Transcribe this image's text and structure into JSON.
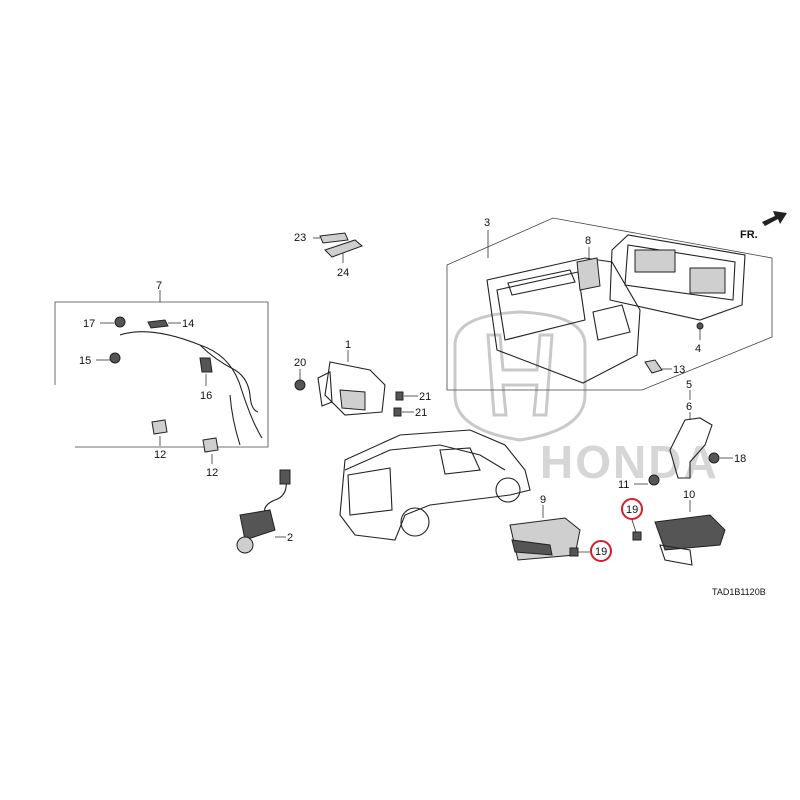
{
  "diagram": {
    "direction_label": "FR.",
    "drawing_code": "TAD1B1120B",
    "watermark_text": "HONDA",
    "highlight_color": "#d81e2a",
    "callouts": {
      "c1": "1",
      "c2": "2",
      "c3": "3",
      "c4": "4",
      "c5": "5",
      "c6": "6",
      "c7": "7",
      "c8": "8",
      "c9": "9",
      "c10": "10",
      "c11": "11",
      "c12a": "12",
      "c12b": "12",
      "c13": "13",
      "c14": "14",
      "c15": "15",
      "c16": "16",
      "c17": "17",
      "c18": "18",
      "c19a": "19",
      "c19b": "19",
      "c20": "20",
      "c21a": "21",
      "c21b": "21",
      "c23": "23",
      "c24": "24"
    }
  }
}
